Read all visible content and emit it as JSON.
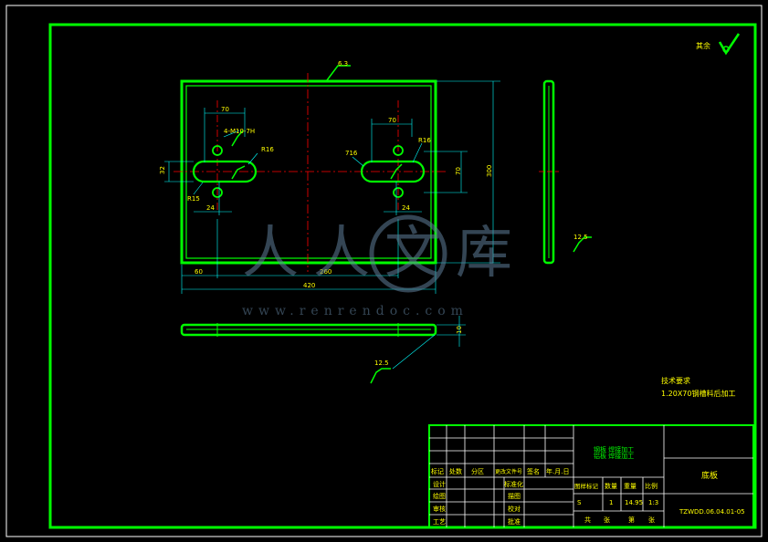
{
  "colors": {
    "background": "#000000",
    "frame": "#00ff00",
    "dimension": "#00ffff",
    "centerline": "#ff0000",
    "text": "#ffff00",
    "title_block": "#ffffff",
    "watermark": "#5f7f9a"
  },
  "roughness_note": "其余",
  "dimensions": {
    "top_roughness": "6.3",
    "left_spacing": "70",
    "right_spacing": "70",
    "holes": "4-M10-7H",
    "r16_left": "R16",
    "r16_right": "R16",
    "r15_left": "R15",
    "r16_inner": "716",
    "slot_left": "24",
    "slot_right": "24",
    "left_height": "32",
    "right_height": "70",
    "height_total": "300",
    "left_offset": "60",
    "span": "260",
    "width_total": "420",
    "thickness": "10",
    "side_roughness": "12.5",
    "bottom_roughness": "12.5"
  },
  "notes": {
    "title": "技术要求",
    "line1": "1.20X70钢槽料后加工"
  },
  "title_block": {
    "company": "钢板 焊接加工",
    "company2": "铝板 焊接加工",
    "part_name": "底板",
    "drawing_no": "TZWDD.06.04.01-05",
    "headers": {
      "mark": "标记",
      "count": "处数",
      "zone": "分区",
      "change_no": "更改文件号",
      "sign": "签名",
      "date": "年.月.日"
    },
    "rows": {
      "design": "设计",
      "standardize": "标准化",
      "draw": "绘图",
      "draw2": "描图",
      "check": "审核",
      "check2": "校对",
      "process": "工艺",
      "approve": "批准"
    },
    "stage_label": "图样标记",
    "qty_label": "数量",
    "weight_label": "重量",
    "scale_label": "比例",
    "stage": "S",
    "qty": "1",
    "weight": "14.95",
    "scale": "1:3",
    "sheets": "共",
    "sheets2": "张",
    "sheet": "第",
    "sheet2": "张"
  },
  "watermark": {
    "text": "人人文库",
    "url": "www.renrendoc.com"
  }
}
